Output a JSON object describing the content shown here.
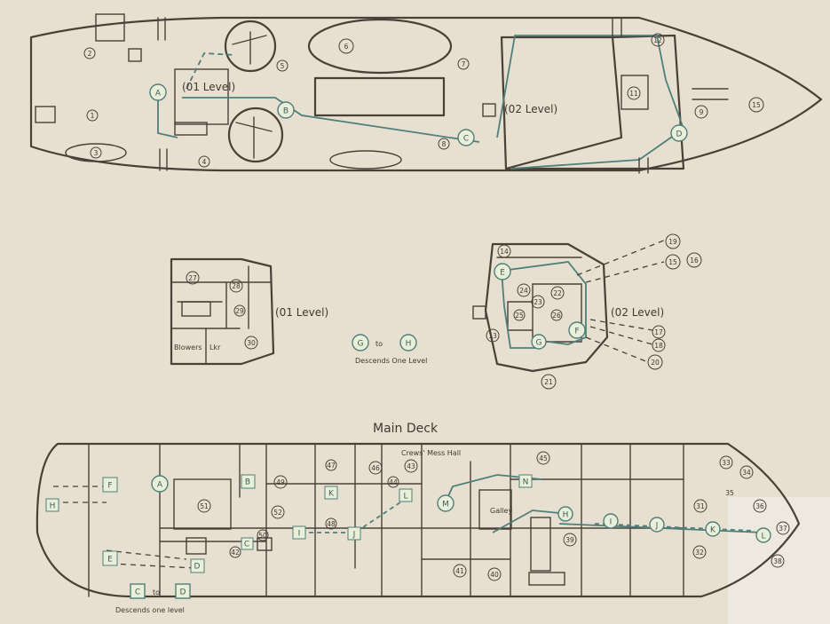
{
  "labels": {
    "level01_top": "(01 Level)",
    "level02_top": "(02 Level)",
    "level01_mid": "(01 Level)",
    "level02_mid": "(02 Level)",
    "g_to_h": "to",
    "g_to_h_note": "Descends One Level",
    "main_deck": "Main Deck",
    "crews_mess": "Crews' Mess Hall",
    "blowers": "Blowers",
    "lkr": "Lkr",
    "c_to_d": "to",
    "c_to_d_note": "Descends one level",
    "galley": "Galley"
  },
  "markers_top": [
    "A",
    "B",
    "C",
    "D"
  ],
  "markers_mid": [
    "E",
    "F",
    "G",
    "H"
  ],
  "markers_main": [
    "A",
    "B",
    "C",
    "D",
    "E",
    "F",
    "H",
    "I",
    "J",
    "K",
    "L",
    "M",
    "N",
    "H",
    "I",
    "J",
    "K",
    "L"
  ],
  "numbers_top": [
    "1",
    "2",
    "3",
    "4",
    "5",
    "6",
    "7",
    "8",
    "9",
    "11",
    "12",
    "15"
  ],
  "numbers_mid": [
    "14",
    "13",
    "15",
    "16",
    "17",
    "18",
    "19",
    "20",
    "21",
    "22",
    "23",
    "24",
    "25",
    "26",
    "27",
    "28",
    "29",
    "30"
  ],
  "numbers_main": [
    "31",
    "32",
    "33",
    "34",
    "35",
    "36",
    "37",
    "38",
    "39",
    "40",
    "41",
    "42",
    "43",
    "44",
    "45",
    "46",
    "47",
    "48",
    "49",
    "50",
    "51",
    "52"
  ],
  "colors": {
    "paper": "#e7e0d0",
    "ink": "#4a4038",
    "route": "#4f7f7a",
    "marker_fill": "#e9efd9"
  }
}
